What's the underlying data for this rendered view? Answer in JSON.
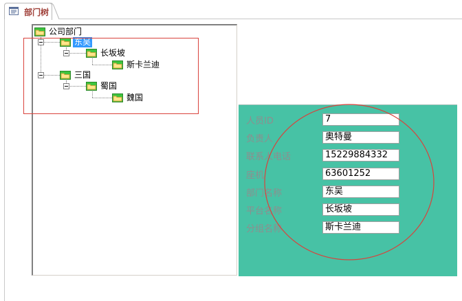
{
  "tab": {
    "label": "部门树",
    "icon": "form-icon"
  },
  "tree": {
    "root": "公司部门",
    "children": [
      {
        "label": "东吴",
        "selected": true,
        "children": [
          {
            "label": "长坂坡",
            "children": [
              {
                "label": "斯卡兰迪"
              }
            ]
          }
        ]
      },
      {
        "label": "三国",
        "selected": false,
        "children": [
          {
            "label": "蜀国",
            "children": [
              {
                "label": "魏国"
              }
            ]
          }
        ]
      }
    ]
  },
  "details": {
    "fields": [
      {
        "label": "人员ID",
        "value": "7"
      },
      {
        "label": "负责人",
        "value": "奥特曼"
      },
      {
        "label": "联系人电话",
        "value": "15229884332"
      },
      {
        "label": "座机",
        "value": "63601252"
      },
      {
        "label": "部门名称",
        "value": "东吴"
      },
      {
        "label": "平台名称",
        "value": "长坂坡"
      },
      {
        "label": "分组名称",
        "value": "斯卡兰迪"
      }
    ]
  },
  "colors": {
    "panel_bg": "#47c2a5",
    "annotation_red": "#d9423c",
    "tab_text": "#a0413a",
    "selection": "#3399ff",
    "label_gray": "#8e8e8e"
  }
}
